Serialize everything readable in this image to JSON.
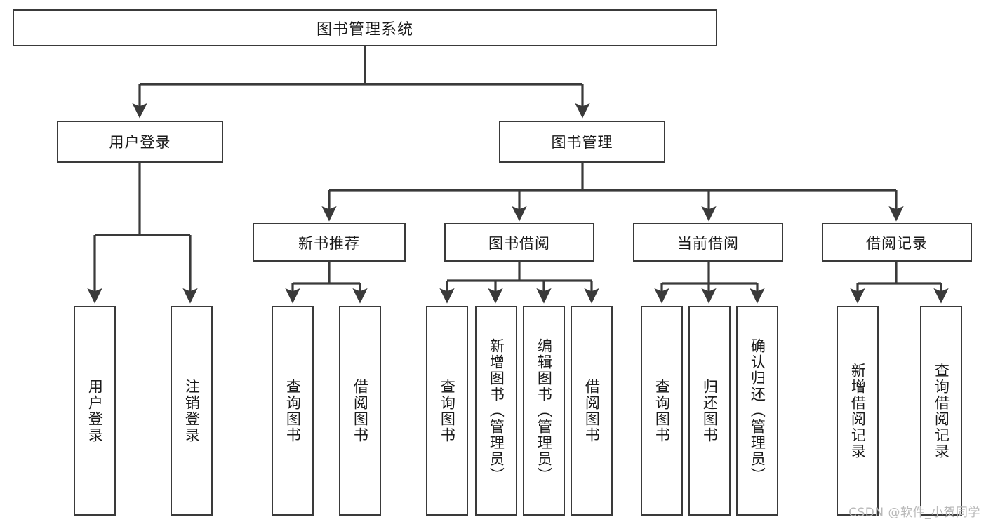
{
  "diagram": {
    "title": "图书管理系统",
    "watermark": "CSDN @软件_小贺同学",
    "stroke_color": "#3a3a3a",
    "text_color": "#1a1a1a",
    "background_color": "#ffffff",
    "level2": [
      {
        "label": "用户登录"
      },
      {
        "label": "图书管理"
      }
    ],
    "level3": [
      {
        "label": "新书推荐"
      },
      {
        "label": "图书借阅"
      },
      {
        "label": "当前借阅"
      },
      {
        "label": "借阅记录"
      }
    ],
    "leaves": [
      {
        "label": "用户登录"
      },
      {
        "label": "注销登录"
      },
      {
        "label": "查询图书"
      },
      {
        "label": "借阅图书"
      },
      {
        "label": "查询图书"
      },
      {
        "label": "新增图书（管理员）"
      },
      {
        "label": "编辑图书（管理员）"
      },
      {
        "label": "借阅图书"
      },
      {
        "label": "查询图书"
      },
      {
        "label": "归还图书"
      },
      {
        "label": "确认归还（管理员）"
      },
      {
        "label": "新增借阅记录"
      },
      {
        "label": "查询借阅记录"
      }
    ]
  }
}
